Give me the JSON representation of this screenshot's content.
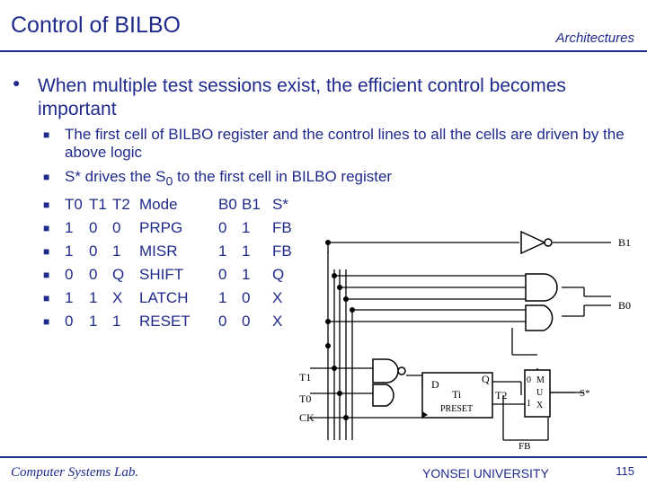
{
  "header": {
    "title": "Control of BILBO",
    "section": "Architectures"
  },
  "main_point": "When multiple test sessions exist, the efficient control becomes important",
  "subpoints": {
    "first_cell": "The first cell of BILBO register and the control lines to all the cells are driven by the above logic",
    "s_star_prefix": "S* drives the S",
    "s_star_sub": "0",
    "s_star_suffix": " to the first cell in BILBO register"
  },
  "table": {
    "header": [
      "T0",
      "T1",
      "T2",
      "Mode",
      "B0",
      "B1",
      "S*"
    ],
    "rows": [
      [
        "1",
        "0",
        "0",
        "PRPG",
        "0",
        "1",
        "FB"
      ],
      [
        "1",
        "0",
        "1",
        "MISR",
        "1",
        "1",
        "FB"
      ],
      [
        "0",
        "0",
        "Q",
        "SHIFT",
        "0",
        "1",
        "Q"
      ],
      [
        "1",
        "1",
        "X",
        "LATCH",
        "1",
        "0",
        "X"
      ],
      [
        "0",
        "1",
        "1",
        "RESET",
        "0",
        "0",
        "X"
      ]
    ]
  },
  "circuit": {
    "labels": {
      "b1": "B1",
      "b0": "B0",
      "t1": "T1",
      "t0": "T0",
      "ck": "CK",
      "d": "D",
      "q": "Q",
      "ti": "Ti",
      "preset": "PRESET",
      "t2": "T2",
      "mux_0": "0",
      "mux_m": "M",
      "mux_u": "U",
      "mux_1": "1",
      "mux_x": "X",
      "s_star": "S*",
      "fb": "FB"
    }
  },
  "footer": {
    "lab": "Computer Systems Lab.",
    "university": "YONSEI UNIVERSITY",
    "page": "115"
  },
  "colors": {
    "accent": "#1f2a8c"
  }
}
